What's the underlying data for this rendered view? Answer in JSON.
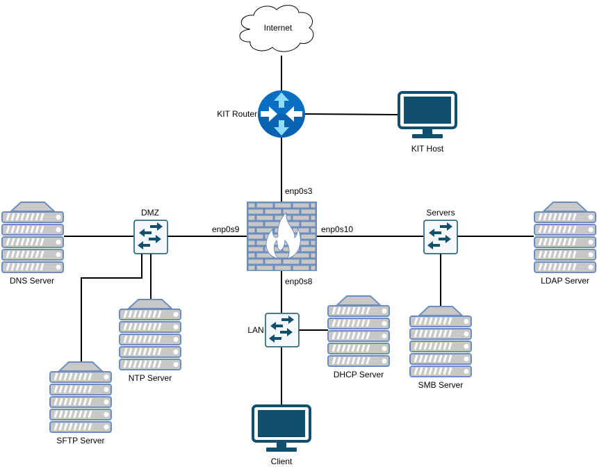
{
  "nodes": {
    "internet": "Internet",
    "router": "KIT Router",
    "kit_host": "KIT Host",
    "dmz": "DMZ",
    "servers": "Servers",
    "lan": "LAN",
    "dns": "DNS Server",
    "ldap": "LDAP Server",
    "ntp": "NTP Server",
    "sftp": "SFTP Server",
    "dhcp": "DHCP Server",
    "smb": "SMB Server",
    "client": "Client"
  },
  "interfaces": {
    "wan": "enp0s3",
    "dmz": "enp0s9",
    "servers": "enp0s10",
    "lan": "enp0s8"
  },
  "colors": {
    "router": "#0a6fc2",
    "server_fill": "#c8c8c8",
    "server_stroke": "#6c8ebf",
    "switch_arrows": "#10506e",
    "monitor": "#10506e",
    "firewall": "#6c8ebf"
  }
}
